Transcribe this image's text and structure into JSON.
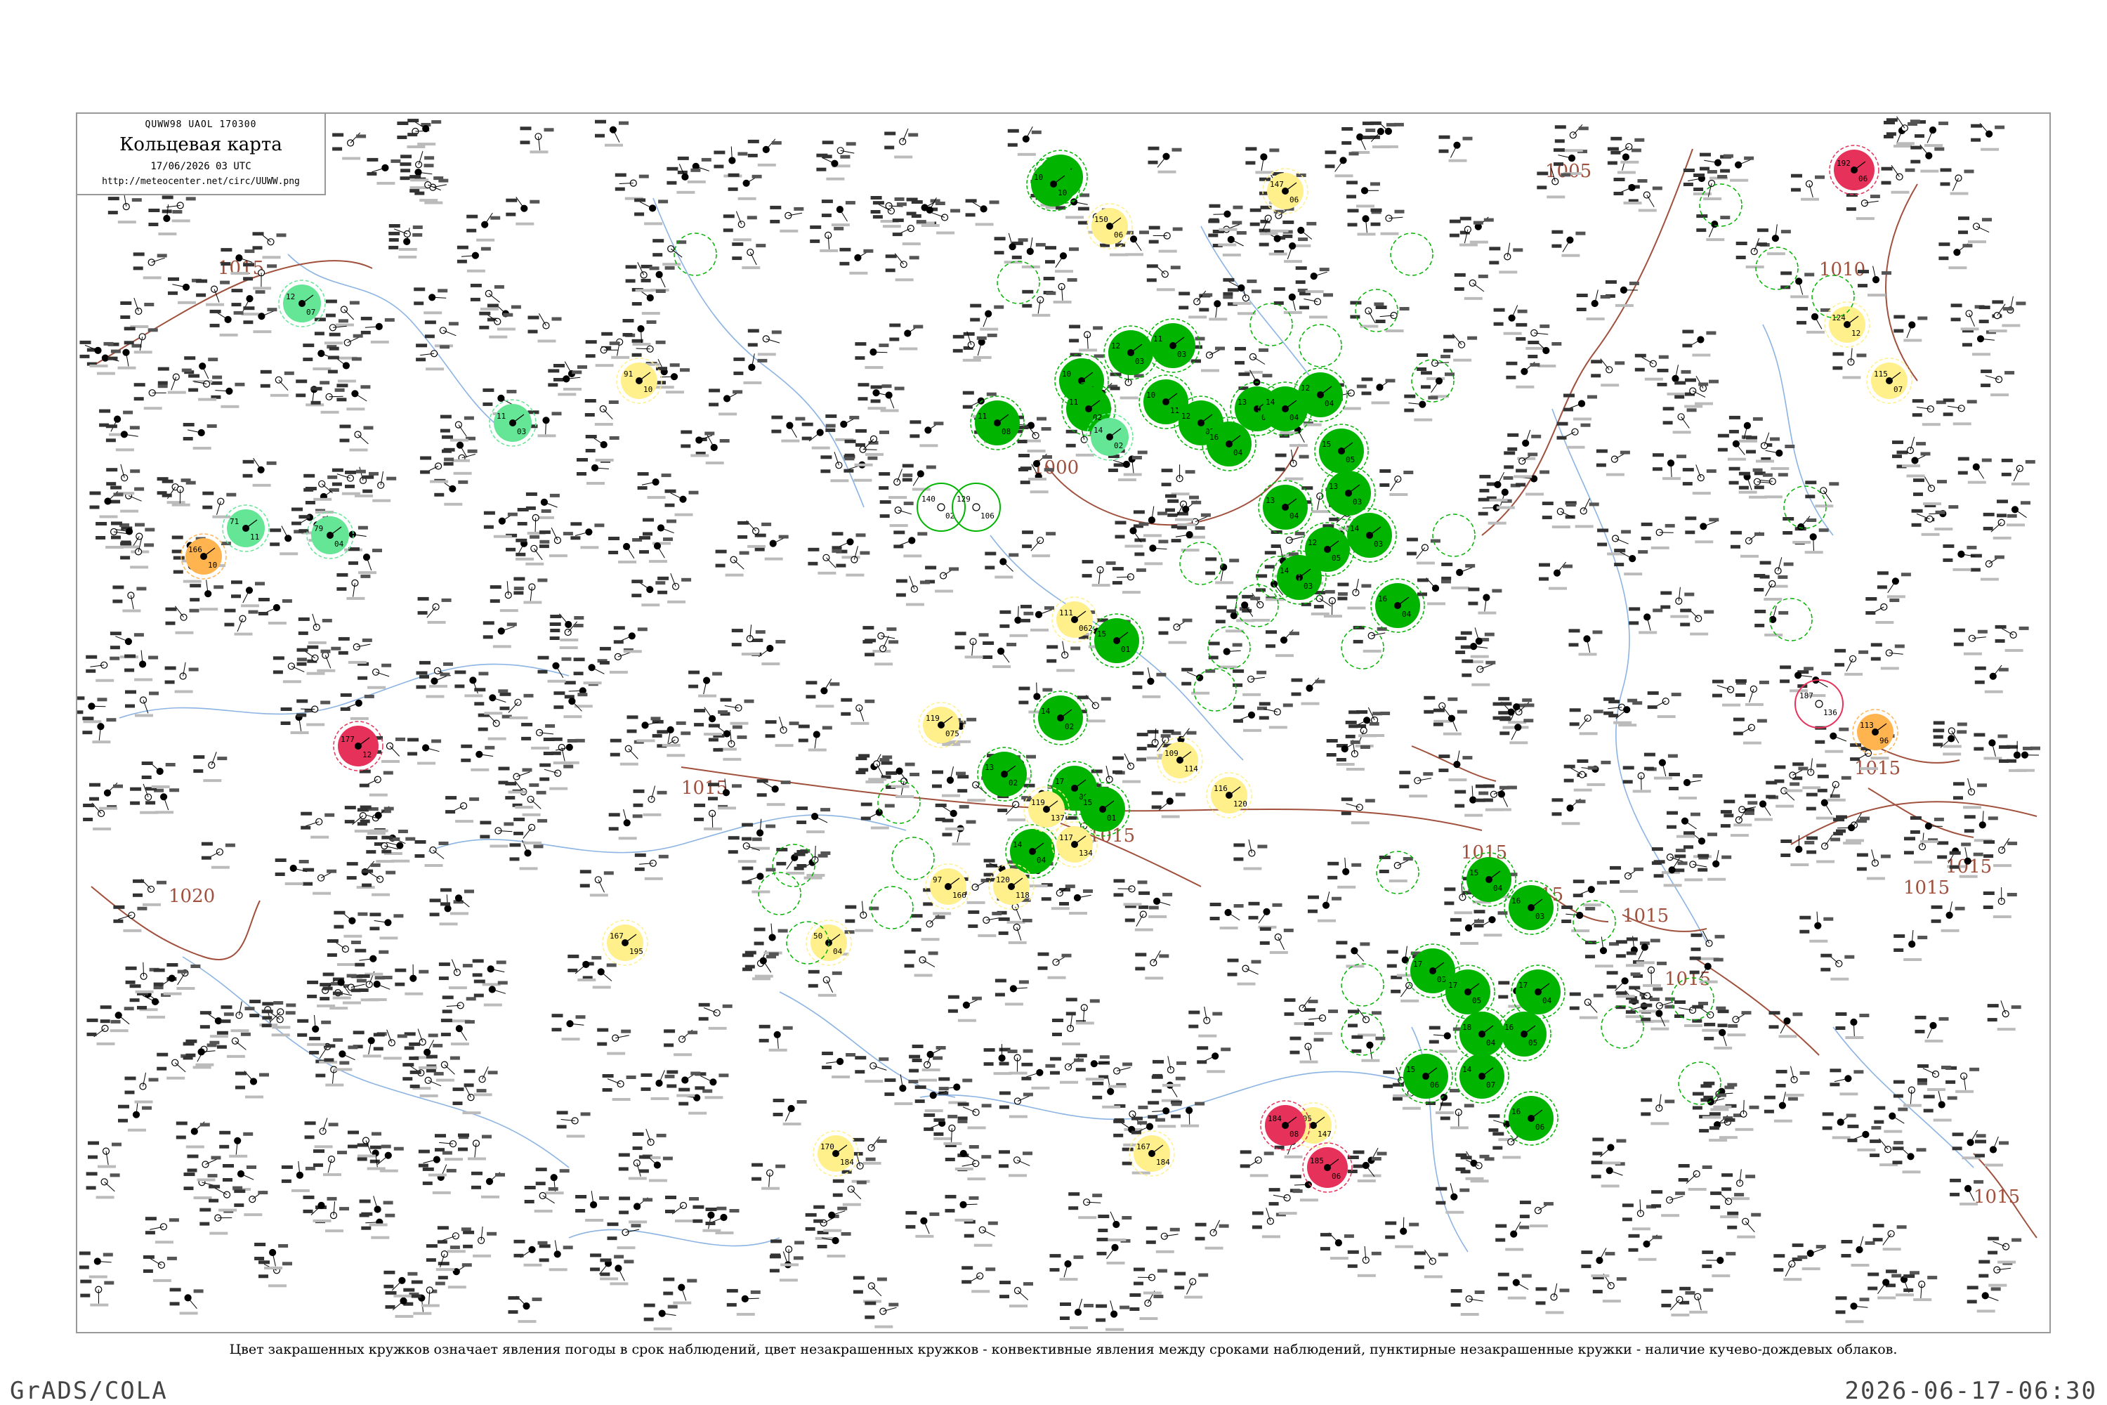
{
  "header": {
    "code": "QUWW98  UAOL  170300",
    "title": "Кольцевая карта",
    "datetime": "17/06/2026 03 UTC",
    "url": "http://meteocenter.net/circ/UUWW.png"
  },
  "caption": "Цвет закрашенных кружков означает явления погоды в срок наблюдений, цвет незакрашенных кружков - конвективные явления между сроками наблюдений, пунктирные незакрашенные кружки - наличие кучево-дождевых облаков.",
  "footer": {
    "left": "GrADS/COLA",
    "right": "2026-06-17-06:30"
  },
  "colors": {
    "rain": "#00b400",
    "showers": "#64e696",
    "fog": "#fff08c",
    "thunder": "#e6325a",
    "haze": "#ffb450",
    "isobar": "#a0503c",
    "river": "#6ea0dc"
  },
  "isobars": [
    {
      "label": "1015"
    },
    {
      "label": "1020"
    },
    {
      "label": "1015"
    },
    {
      "label": "1000"
    },
    {
      "label": "1005"
    },
    {
      "label": "1010"
    },
    {
      "label": "1015"
    },
    {
      "label": "1015"
    },
    {
      "label": "1015"
    },
    {
      "label": "1015"
    },
    {
      "label": "1015"
    },
    {
      "label": "1015"
    },
    {
      "label": "1015"
    },
    {
      "label": "1015"
    },
    {
      "label": "1015"
    }
  ],
  "filled_stations": [
    {
      "type": "rain",
      "t": "11",
      "p": "04"
    },
    {
      "type": "rain",
      "t": "10",
      "p": "10"
    },
    {
      "type": "rain",
      "t": "12",
      "p": "03"
    },
    {
      "type": "rain",
      "t": "11",
      "p": "03"
    },
    {
      "type": "rain",
      "t": "10",
      "p": "11"
    },
    {
      "type": "rain",
      "t": "11",
      "p": "02"
    },
    {
      "type": "rain",
      "t": "10",
      "p": "11"
    },
    {
      "type": "rain",
      "t": "12",
      "p": "02"
    },
    {
      "type": "rain",
      "t": "11",
      "p": "08"
    },
    {
      "type": "rain",
      "t": "13",
      "p": "04"
    },
    {
      "type": "rain",
      "t": "12",
      "p": "04"
    },
    {
      "type": "rain",
      "t": "14",
      "p": "04"
    },
    {
      "type": "rain",
      "t": "16",
      "p": "04"
    },
    {
      "type": "rain",
      "t": "15",
      "p": "05"
    },
    {
      "type": "rain",
      "t": "13",
      "p": "03"
    },
    {
      "type": "rain",
      "t": "13",
      "p": "04"
    },
    {
      "type": "rain",
      "t": "12",
      "p": "05"
    },
    {
      "type": "rain",
      "t": "14",
      "p": "03"
    },
    {
      "type": "rain",
      "t": "14",
      "p": "03"
    },
    {
      "type": "rain",
      "t": "16",
      "p": "04"
    },
    {
      "type": "rain",
      "t": "15",
      "p": "01"
    },
    {
      "type": "rain",
      "t": "14",
      "p": "02"
    },
    {
      "type": "rain",
      "t": "13",
      "p": "02"
    },
    {
      "type": "rain",
      "t": "17",
      "p": "06"
    },
    {
      "type": "rain",
      "t": "15",
      "p": "01"
    },
    {
      "type": "rain",
      "t": "14",
      "p": "04"
    },
    {
      "type": "rain",
      "t": "15",
      "p": "04"
    },
    {
      "type": "rain",
      "t": "16",
      "p": "03"
    },
    {
      "type": "rain",
      "t": "17",
      "p": "03"
    },
    {
      "type": "rain",
      "t": "17",
      "p": "05"
    },
    {
      "type": "rain",
      "t": "17",
      "p": "04"
    },
    {
      "type": "rain",
      "t": "18",
      "p": "04"
    },
    {
      "type": "rain",
      "t": "16",
      "p": "05"
    },
    {
      "type": "rain",
      "t": "15",
      "p": "06"
    },
    {
      "type": "rain",
      "t": "14",
      "p": "07"
    },
    {
      "type": "rain",
      "t": "16",
      "p": "06"
    },
    {
      "type": "showers",
      "t": "12",
      "p": "07"
    },
    {
      "type": "showers",
      "t": "11",
      "p": "03"
    },
    {
      "type": "showers",
      "t": "71",
      "p": "11"
    },
    {
      "type": "showers",
      "t": "79",
      "p": "04"
    },
    {
      "type": "showers",
      "t": "14",
      "p": "02"
    },
    {
      "type": "fog",
      "t": "147",
      "p": "06"
    },
    {
      "type": "fog",
      "t": "150",
      "p": "06"
    },
    {
      "type": "fog",
      "t": "124",
      "p": "12"
    },
    {
      "type": "fog",
      "t": "115",
      "p": "07"
    },
    {
      "type": "fog",
      "t": "91",
      "p": "10"
    },
    {
      "type": "fog",
      "t": "111",
      "p": "062"
    },
    {
      "type": "fog",
      "t": "119",
      "p": "075"
    },
    {
      "type": "fog",
      "t": "120",
      "p": "118"
    },
    {
      "type": "fog",
      "t": "119",
      "p": "137"
    },
    {
      "type": "fog",
      "t": "109",
      "p": "114"
    },
    {
      "type": "fog",
      "t": "116",
      "p": "120"
    },
    {
      "type": "fog",
      "t": "117",
      "p": "134"
    },
    {
      "type": "fog",
      "t": "97",
      "p": "166"
    },
    {
      "type": "fog",
      "t": "50",
      "p": "04"
    },
    {
      "type": "fog",
      "t": "167",
      "p": "195"
    },
    {
      "type": "fog",
      "t": "170",
      "p": "184"
    },
    {
      "type": "fog",
      "t": "167",
      "p": "184"
    },
    {
      "type": "fog",
      "t": "205",
      "p": "147"
    },
    {
      "type": "haze",
      "t": "113",
      "p": "96"
    },
    {
      "type": "haze",
      "t": "166",
      "p": "10"
    },
    {
      "type": "thunder",
      "t": "177",
      "p": "12"
    },
    {
      "type": "thunder",
      "t": "192",
      "p": "06"
    },
    {
      "type": "thunder",
      "t": "184",
      "p": "08"
    },
    {
      "type": "thunder",
      "t": "185",
      "p": "06"
    }
  ],
  "open_stations": [
    {
      "t": "187",
      "p": "136"
    },
    {
      "t": "140",
      "p": "02"
    },
    {
      "t": "129",
      "p": "106"
    }
  ]
}
